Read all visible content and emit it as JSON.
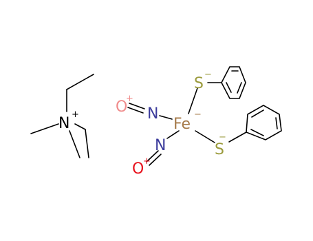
{
  "colors": {
    "bond": "#000000",
    "nitrogen": "#3c3c9c",
    "oxygen_light": "#f08c8c",
    "oxygen": "#e8121d",
    "iron": "#a67a4a",
    "sulfur": "#9b9b3d"
  },
  "atoms": [
    {
      "id": "N_ammonium",
      "symbol": "N",
      "charge": "+",
      "color": "nitrogen"
    },
    {
      "id": "O1",
      "symbol": "O",
      "charge": "+",
      "color": "oxygen_light"
    },
    {
      "id": "N1",
      "symbol": "N",
      "charge": "",
      "color": "nitrogen"
    },
    {
      "id": "Fe",
      "symbol": "Fe",
      "charge": "−",
      "color": "iron"
    },
    {
      "id": "N2",
      "symbol": "N",
      "charge": "",
      "color": "nitrogen"
    },
    {
      "id": "O2",
      "symbol": "O",
      "charge": "+",
      "color": "oxygen"
    },
    {
      "id": "S1",
      "symbol": "S",
      "charge": "−",
      "color": "sulfur"
    },
    {
      "id": "S2",
      "symbol": "S",
      "charge": "−",
      "color": "sulfur"
    }
  ]
}
